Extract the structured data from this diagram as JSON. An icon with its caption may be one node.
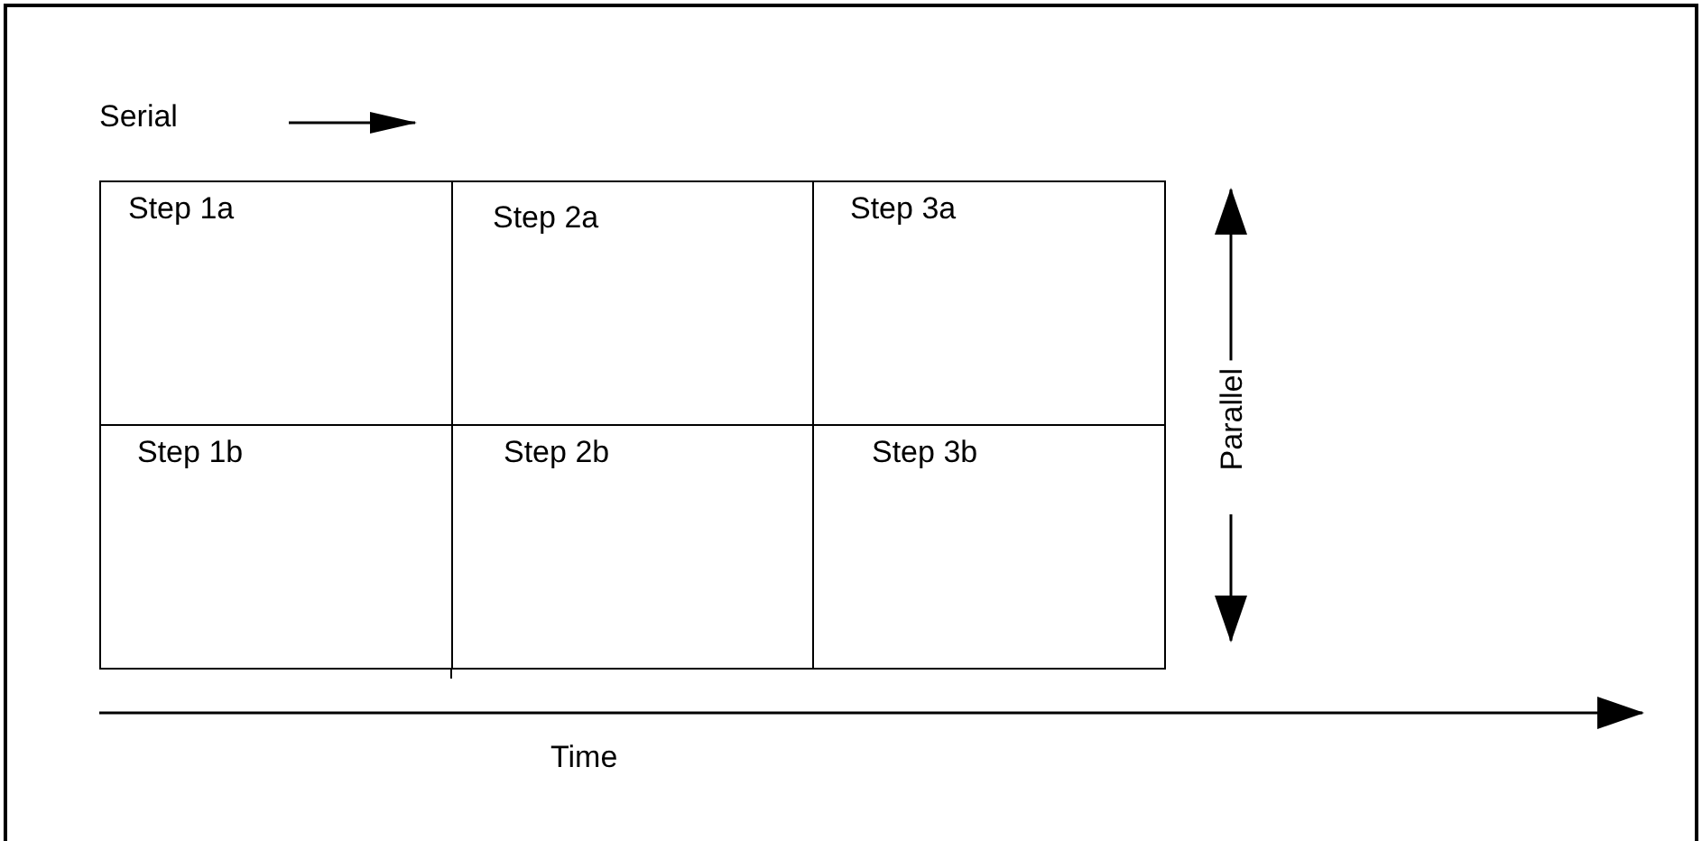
{
  "diagram": {
    "nodes": [
      {
        "text": [
          "Step 1a"
        ]
      },
      {
        "text": [
          "Step 2a"
        ]
      },
      {
        "text": [
          "Step 3a"
        ]
      },
      {
        "text": [
          "Step 1b"
        ]
      },
      {
        "text": [
          "Step 2b"
        ]
      },
      {
        "text": [
          "Step 3b"
        ]
      }
    ],
    "labels": [
      "Serial",
      "Parallel",
      "Time"
    ]
  }
}
